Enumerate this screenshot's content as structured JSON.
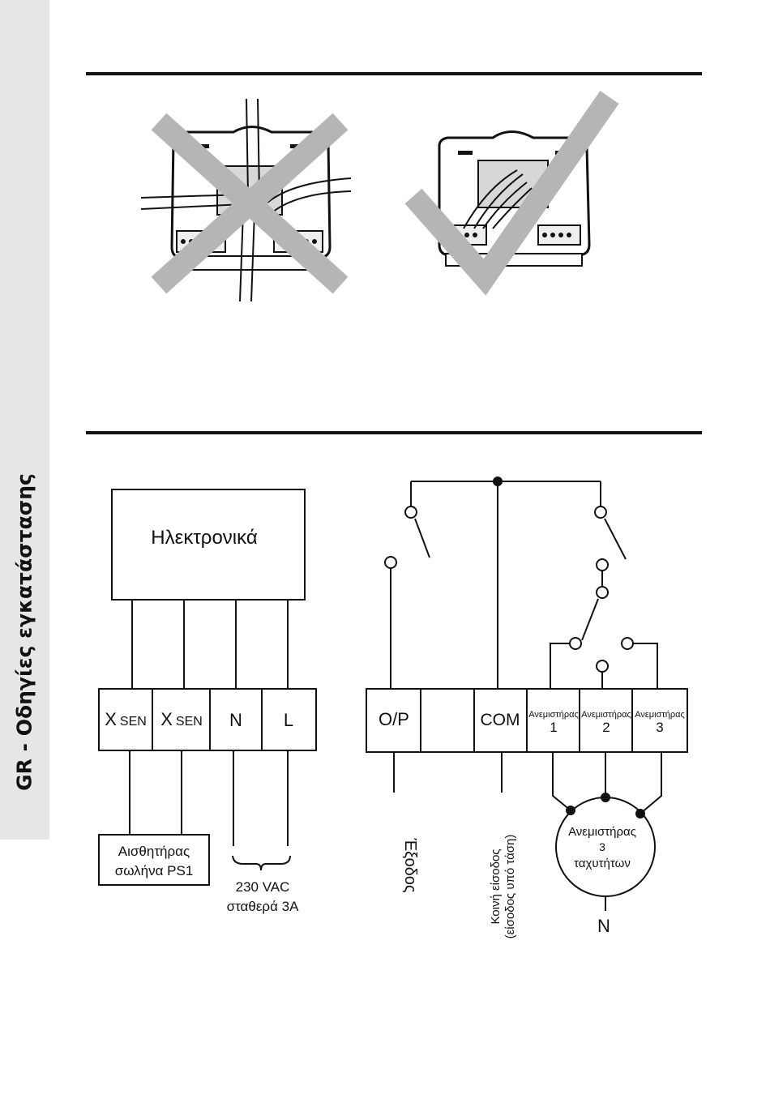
{
  "sidebar": {
    "label": "GR - Οδηγίες εγκατάστασης"
  },
  "illustrations": {
    "wrong_mark": "cross-mark",
    "right_mark": "check-mark",
    "mark_color": "#b5b5b5"
  },
  "left_diagram": {
    "box_label": "Ηλεκτρονικά",
    "terminals": [
      {
        "main": "X",
        "sub": "SEN"
      },
      {
        "main": "X",
        "sub": "SEN"
      },
      {
        "main": "N",
        "sub": ""
      },
      {
        "main": "L",
        "sub": ""
      }
    ],
    "sensor_line1": "Αισθητήρας",
    "sensor_line2": "σωλήνα PS1",
    "supply_line1": "230 VAC",
    "supply_line2": "σταθερά 3A"
  },
  "right_diagram": {
    "terminals": [
      {
        "line1": "O/P",
        "line2": ""
      },
      {
        "line1": "",
        "line2": ""
      },
      {
        "line1": "COM",
        "line2": ""
      },
      {
        "line1": "Ανεμιστήρας",
        "line2": "1"
      },
      {
        "line1": "Ανεμιστήρας",
        "line2": "2"
      },
      {
        "line1": "Ανεμιστήρας",
        "line2": "3"
      }
    ],
    "output_label": "Έξοδος",
    "common_line1": "Κοινή είσοδος",
    "common_line2": "(είσοδος υπό τάση)",
    "fan_line1": "Ανεμιστήρας",
    "fan_line2": "3",
    "fan_line3": "ταχυτήτων",
    "neutral_label": "N"
  }
}
